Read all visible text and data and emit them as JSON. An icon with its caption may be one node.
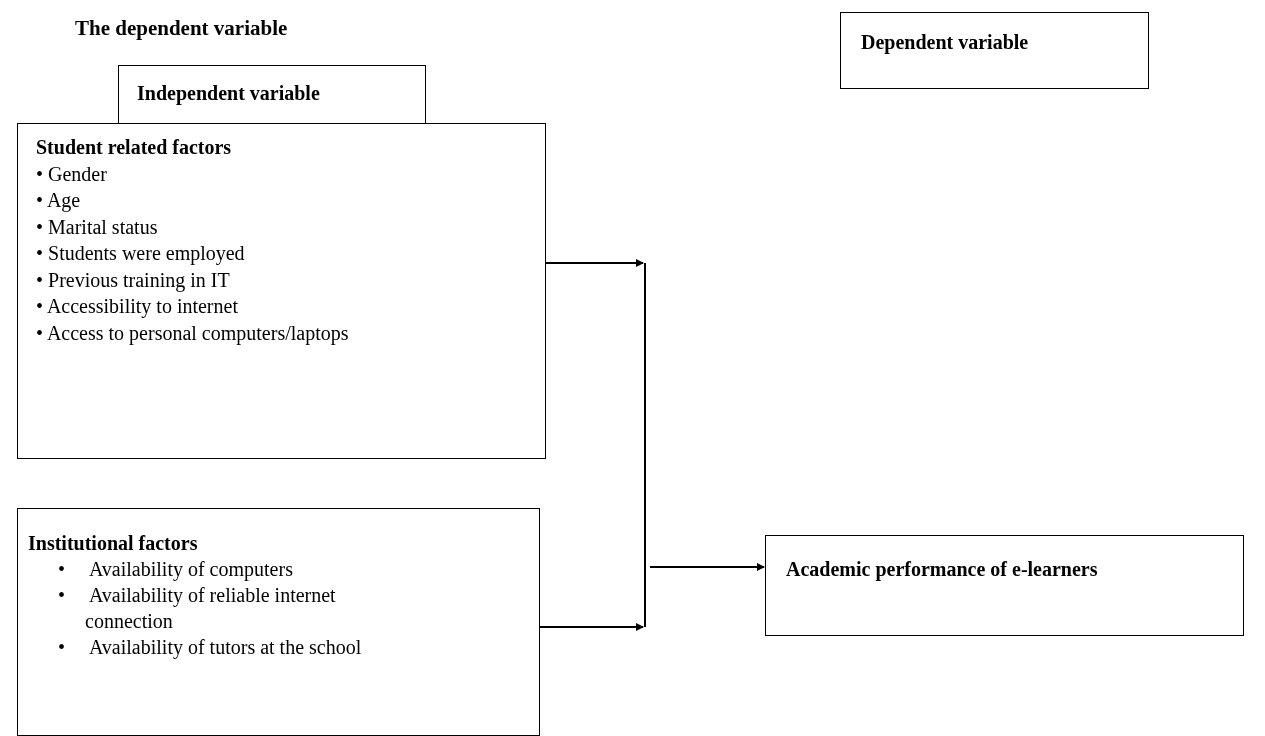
{
  "diagram": {
    "title": "The dependent variable",
    "nodes": [
      {
        "text": [
          "Independent variable"
        ]
      },
      {
        "text": [
          "Dependent variable"
        ]
      },
      {
        "text": [
          "Student related factors",
          "• Gender",
          "• Age",
          "• Marital status",
          "• Students were employed",
          "• Previous training in IT",
          "• Accessibility to internet",
          "• Access to personal computers/laptops"
        ]
      },
      {
        "text": [
          "Institutional factors",
          "•     Availability of computers",
          "•     Availability of reliable internet connection",
          "•     Availability of tutors at the school"
        ]
      },
      {
        "text": [],
        "shape": "bar"
      },
      {
        "text": [
          "Academic performance of e-learners"
        ]
      }
    ],
    "edges": [
      {
        "from": 2,
        "to": 4,
        "arrow": "to"
      },
      {
        "from": 3,
        "to": 4,
        "arrow": "to"
      },
      {
        "from": 4,
        "to": 5,
        "arrow": "to"
      }
    ]
  }
}
